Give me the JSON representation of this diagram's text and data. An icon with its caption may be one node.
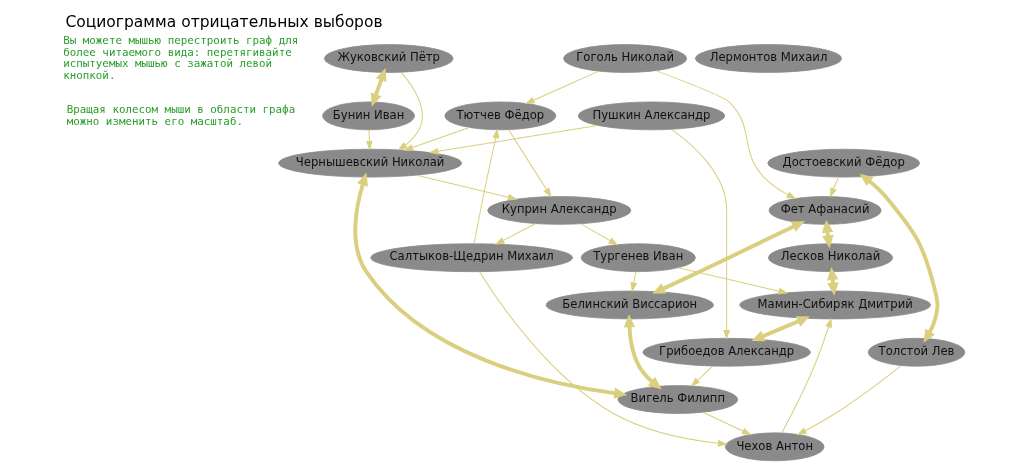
{
  "diagram": {
    "title": "Социограмма отрицательных выборов",
    "nodes": [
      {
        "text": [
          "Гоголь Николай"
        ]
      },
      {
        "text": [
          "Лермонтов Михаил"
        ]
      },
      {
        "text": [
          "Жуковский Пётр"
        ]
      },
      {
        "text": [
          "Фет Афанасий"
        ]
      },
      {
        "text": [
          "Лесков Николай"
        ]
      },
      {
        "text": [
          "Мамин-Сибиряк Дмитрий"
        ]
      },
      {
        "text": [
          "Бунин Иван"
        ]
      },
      {
        "text": [
          "Чернышевский Николай"
        ]
      },
      {
        "text": [
          "Грибоедов Александр"
        ]
      },
      {
        "text": [
          "Тютчев Фёдор"
        ]
      },
      {
        "text": [
          "Пушкин Александр"
        ]
      },
      {
        "text": [
          "Салтыков-Щедрин Михаил"
        ]
      },
      {
        "text": [
          "Тургенев Иван"
        ]
      },
      {
        "text": [
          "Достоевский Фёдор"
        ]
      },
      {
        "text": [
          "Куприн Александр"
        ]
      },
      {
        "text": [
          "Белинский Виссарион"
        ]
      },
      {
        "text": [
          "Вигель Филипп"
        ]
      },
      {
        "text": [
          "Чехов Антон"
        ]
      },
      {
        "text": [
          "Толстой Лев"
        ]
      }
    ],
    "edges": [
      {
        "from": 0,
        "to": 3,
        "arrow": "to"
      },
      {
        "from": 0,
        "to": 9,
        "arrow": "to"
      },
      {
        "from": 3,
        "to": 4,
        "arrow": "both",
        "style": "thick"
      },
      {
        "from": 4,
        "to": 5,
        "arrow": "both",
        "style": "thick"
      },
      {
        "from": 5,
        "to": 8,
        "arrow": "both",
        "style": "thick"
      },
      {
        "from": 2,
        "to": 6,
        "arrow": "both",
        "style": "thick"
      },
      {
        "from": 2,
        "to": 7,
        "arrow": "to"
      },
      {
        "from": 6,
        "to": 7,
        "arrow": "to"
      },
      {
        "from": 9,
        "to": 7,
        "arrow": "to"
      },
      {
        "from": 3,
        "to": 15,
        "arrow": "both",
        "style": "thick"
      },
      {
        "from": 13,
        "to": 3,
        "arrow": "to"
      },
      {
        "from": 7,
        "to": 16,
        "arrow": "both",
        "style": "thick"
      },
      {
        "from": 10,
        "to": 8,
        "arrow": "to"
      },
      {
        "from": 10,
        "to": 7,
        "arrow": "to"
      },
      {
        "from": 8,
        "to": 16,
        "arrow": "to"
      },
      {
        "from": 12,
        "to": 5,
        "arrow": "to"
      },
      {
        "from": 17,
        "to": 5,
        "arrow": "to"
      },
      {
        "from": 12,
        "to": 15,
        "arrow": "to"
      },
      {
        "from": 14,
        "to": 12,
        "arrow": "to"
      },
      {
        "from": 7,
        "to": 14,
        "arrow": "to"
      },
      {
        "from": 9,
        "to": 14,
        "arrow": "to"
      },
      {
        "from": 14,
        "to": 11,
        "arrow": "to"
      },
      {
        "from": 11,
        "to": 9,
        "arrow": "to"
      },
      {
        "from": 11,
        "to": 17,
        "arrow": "to"
      },
      {
        "from": 18,
        "to": 17,
        "arrow": "to"
      },
      {
        "from": 13,
        "to": 18,
        "arrow": "both",
        "style": "thick"
      },
      {
        "from": 16,
        "to": 17,
        "arrow": "to"
      },
      {
        "from": 15,
        "to": 16,
        "arrow": "both",
        "style": "thick"
      }
    ],
    "labels": [
      "Вы можете мышью перестроить граф для более читаемого вида: перетягивайте испытуемых мышью с зажатой левой кнопкой.",
      "Вращая колесом мыши в области графа можно изменить его масштаб."
    ]
  }
}
